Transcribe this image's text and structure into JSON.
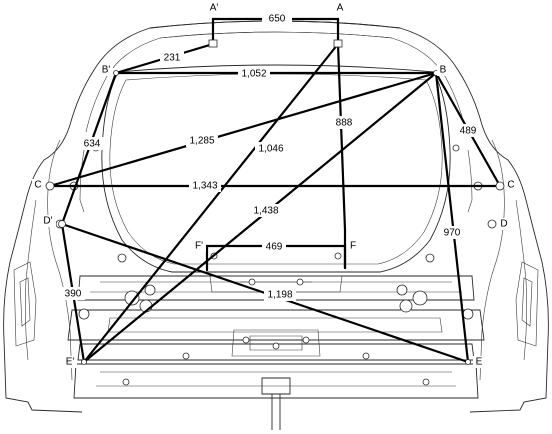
{
  "points": {
    "A_prime": "A'",
    "A": "A",
    "B_prime": "B'",
    "B": "B",
    "C_left": "C",
    "C_right": "C",
    "D_prime": "D'",
    "D": "D",
    "E_prime": "E'",
    "E": "E",
    "F_prime": "F'",
    "F": "F"
  },
  "dimensions": {
    "a_prime_a": "650",
    "b_prime_a_prime": "231",
    "b_prime_b": "1,052",
    "b_prime_d_prime": "634",
    "b_c_prime": "1,285",
    "a_e_prime": "1,046",
    "a_f": "888",
    "b_c": "489",
    "c_prime_c": "1,343",
    "b_e_prime": "1,438",
    "b_e": "970",
    "f_prime_f": "469",
    "d_prime_e": "1,198",
    "d_prime_e_prime": "390"
  }
}
